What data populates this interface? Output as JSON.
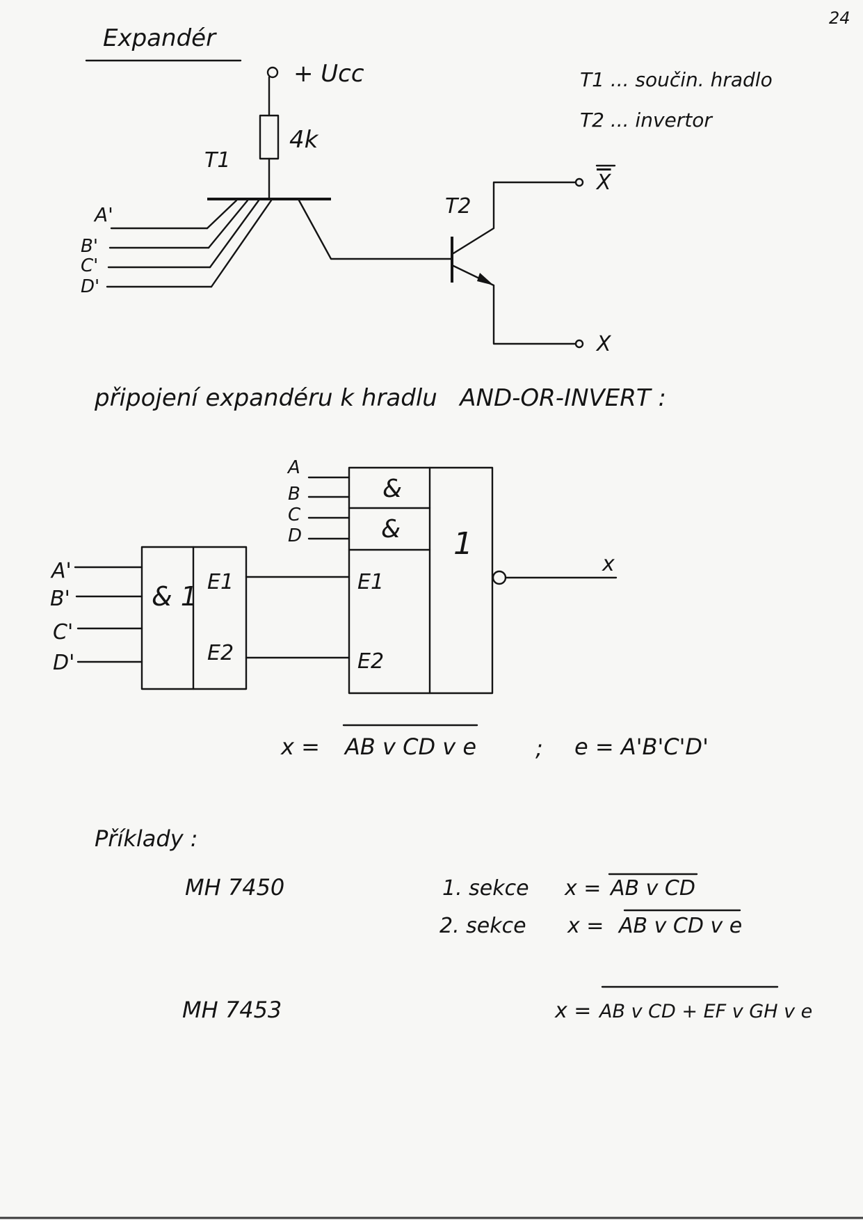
{
  "page_number": "24",
  "title": "Expandér",
  "circuit": {
    "supply_label": "+ Ucc",
    "resistor_label": "4k",
    "t1_label": "T1",
    "t2_label": "T2",
    "inputs": [
      "A'",
      "B'",
      "C'",
      "D'"
    ],
    "output_not_label": "X",
    "output_label": "X",
    "legend_t1": "T1 ... součin. hradlo",
    "legend_t2": "T2 ... invertor"
  },
  "connection_heading": "připojení expandéru k hradlu   AND-OR-INVERT :",
  "gate_diagram": {
    "expander_inputs": [
      "A'",
      "B'",
      "C'",
      "D'"
    ],
    "expander_symbol": "& 1",
    "expander_outputs": [
      "E1",
      "E2"
    ],
    "aoi_inputs": [
      "A",
      "B",
      "C",
      "D"
    ],
    "and_symbol_1": "&",
    "and_symbol_2": "&",
    "aoi_expander_inputs": [
      "E1",
      "E2"
    ],
    "or_symbol": "1",
    "output_label": "x"
  },
  "formula": {
    "lhs": "x =",
    "rhs": "AB v CD v e",
    "sep": ";",
    "e_def": "e = A'B'C'D'"
  },
  "examples": {
    "heading": "Příklady :",
    "items": [
      {
        "part": "MH 7450",
        "rows": [
          {
            "section": "1. sekce",
            "lhs": "x =",
            "rhs": "AB v CD"
          },
          {
            "section": "2. sekce",
            "lhs": "x =",
            "rhs": "AB v CD v e"
          }
        ]
      },
      {
        "part": "MH 7453",
        "rows": [
          {
            "section": "",
            "lhs": "x =",
            "rhs": "AB v CD + EF v GH v e"
          }
        ]
      }
    ]
  }
}
